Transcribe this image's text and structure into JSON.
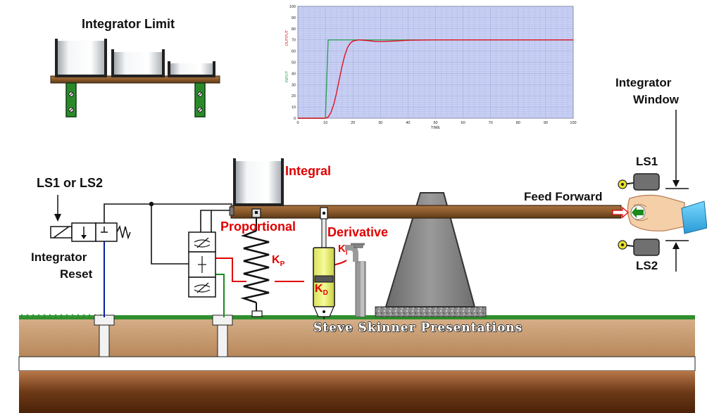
{
  "labels": {
    "integrator_limit": "Integrator Limit",
    "integrator_window_1": "Integrator",
    "integrator_window_2": "Window",
    "ls1": "LS1",
    "ls2": "LS2",
    "ls1_or_ls2": "LS1 or LS2",
    "integrator_reset_1": "Integrator",
    "integrator_reset_2": "Reset",
    "integral": "Integral",
    "proportional": "Proportional",
    "derivative": "Derivative",
    "feed_forward": "Feed Forward",
    "kp_main": "K",
    "kp_sub": "P",
    "kd_main": "K",
    "kd_sub": "D",
    "ki_main": "K",
    "ki_sub": "I",
    "credit": "Steve Skinner Presentations"
  },
  "colors": {
    "beam": "#8b5a2b",
    "ground": "#c8a07a",
    "grass": "#2f8f2f",
    "label_red": "#e00000",
    "input_line": "#2e9e5b",
    "output_line": "#e01020",
    "plot_bg": "#c8d0f4"
  },
  "chart_data": {
    "type": "line",
    "xlabel": "TIME",
    "ylabel_input": "INPUT",
    "ylabel_output": "OUTPUT",
    "xlim": [
      0,
      100
    ],
    "ylim": [
      0,
      100
    ],
    "x_ticks": [
      0,
      10,
      20,
      30,
      40,
      50,
      60,
      70,
      80,
      90,
      100
    ],
    "y_ticks": [
      0,
      10,
      20,
      30,
      40,
      50,
      60,
      70,
      80,
      90,
      100
    ],
    "grid": true,
    "series": [
      {
        "name": "INPUT",
        "color": "#2e9e5b",
        "x": [
          0,
          10,
          11,
          100
        ],
        "y": [
          0,
          0,
          70,
          70
        ]
      },
      {
        "name": "OUTPUT",
        "color": "#e01020",
        "x": [
          0,
          10,
          11,
          12,
          13,
          14,
          15,
          16,
          17,
          18,
          19,
          20,
          22,
          25,
          28,
          30,
          35,
          40,
          50,
          100
        ],
        "y": [
          0,
          0,
          1,
          5,
          12,
          22,
          34,
          46,
          56,
          63,
          67,
          69,
          70,
          69.5,
          68.7,
          68.5,
          69,
          69.7,
          70,
          70
        ]
      }
    ]
  }
}
